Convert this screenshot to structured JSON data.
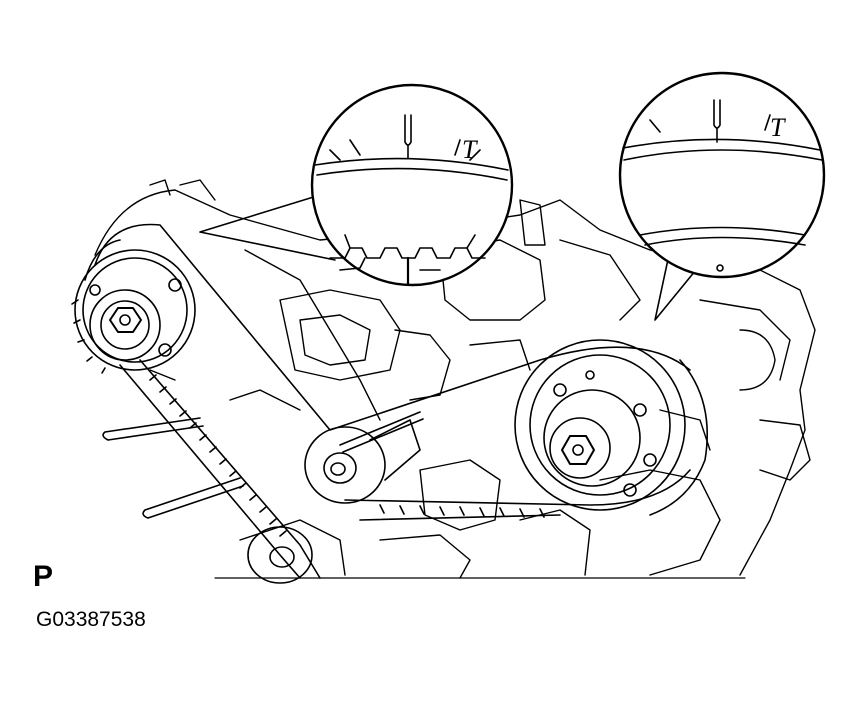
{
  "figure": {
    "view_label": "P",
    "figure_code": "G03387538",
    "left_detail_mark": "T",
    "right_detail_mark": "T"
  },
  "colors": {
    "ink": "#000000",
    "paper": "#ffffff"
  }
}
